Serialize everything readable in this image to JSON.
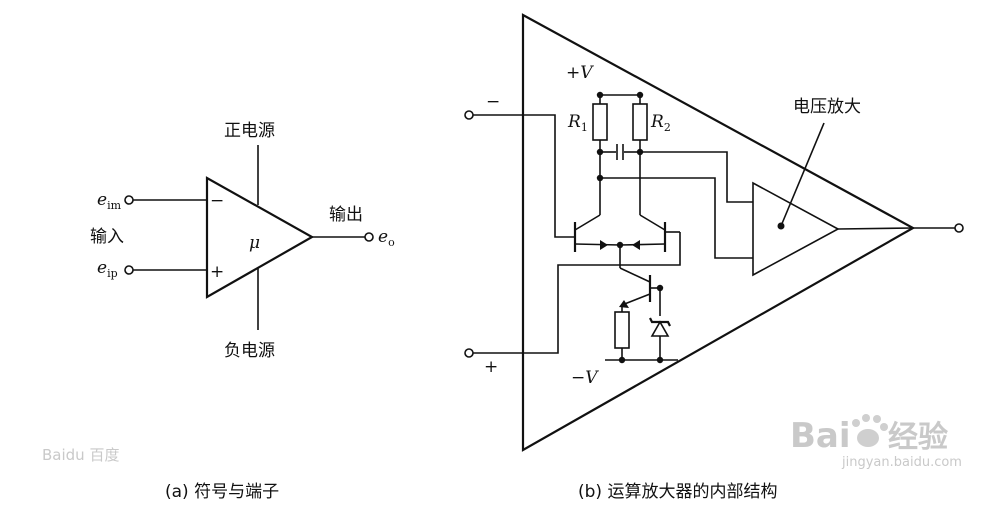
{
  "panel_a": {
    "pos_supply": "正电源",
    "neg_supply": "负电源",
    "input_label": "输入",
    "output_label": "输出",
    "inv_terminal_base": "e",
    "inv_terminal_sub": "im",
    "noninv_terminal_base": "e",
    "noninv_terminal_sub": "ip",
    "output_terminal_base": "e",
    "output_terminal_sub": "o",
    "minus_sign": "−",
    "plus_sign": "+",
    "gain_symbol": "μ",
    "caption": "(a) 符号与端子"
  },
  "panel_b": {
    "minus_sign": "−",
    "plus_sign": "+",
    "pos_rail": "+V",
    "neg_rail": "−V",
    "r1_base": "R",
    "r1_sub": "1",
    "r2_base": "R",
    "r2_sub": "2",
    "voltage_amp_label": "电压放大",
    "caption": "(b) 运算放大器的内部结构"
  },
  "watermark": {
    "brand": "Bai",
    "brand_cn": "经验",
    "url": "jingyan.baidu.com",
    "small": "Baidu 百度"
  }
}
